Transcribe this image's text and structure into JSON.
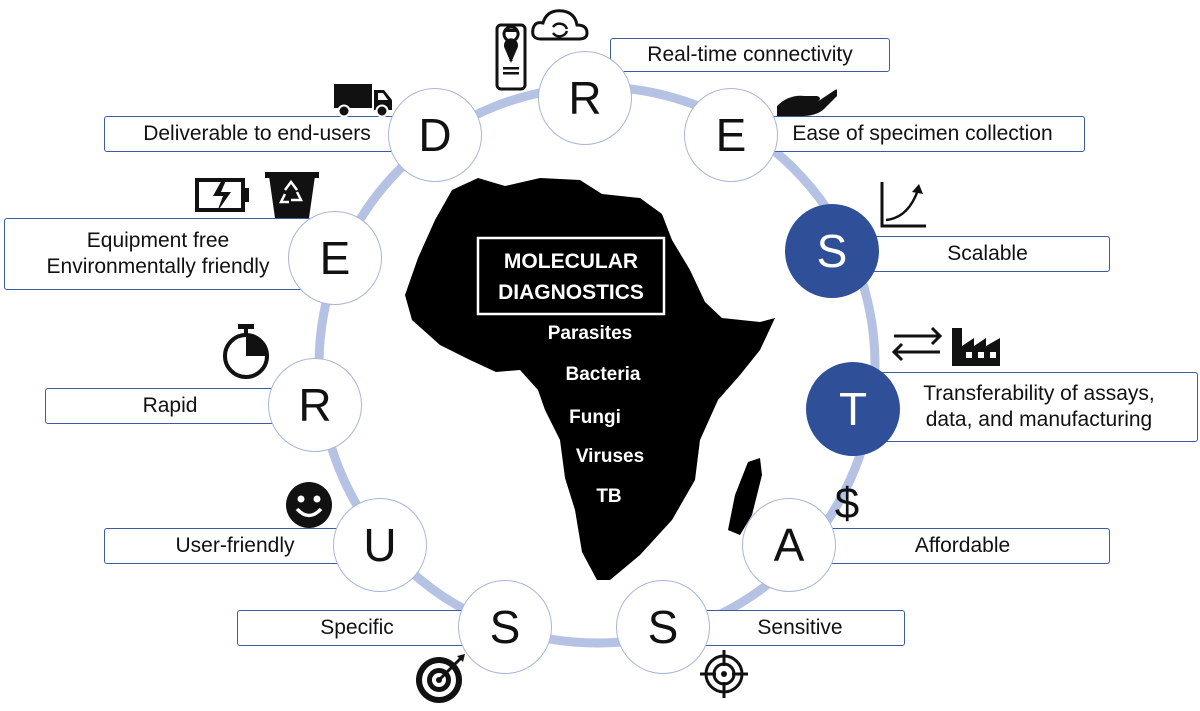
{
  "center": {
    "title_lines": [
      "MOLECULAR",
      "DIAGNOSTICS"
    ],
    "pathogens": [
      "Parasites",
      "Bacteria",
      "Fungi",
      "Viruses",
      "TB"
    ]
  },
  "nodes": [
    {
      "letter": "R",
      "label_lines": [
        "Real-time connectivity"
      ],
      "icon": "phone-location-cloud-sync-icon",
      "highlight": false
    },
    {
      "letter": "E",
      "label_lines": [
        "Ease of specimen collection"
      ],
      "icon": "hand-icon",
      "highlight": false
    },
    {
      "letter": "S",
      "label_lines": [
        "Scalable"
      ],
      "icon": "growth-curve-icon",
      "highlight": true
    },
    {
      "letter": "T",
      "label_lines": [
        "Transferability of assays,",
        "data, and manufacturing"
      ],
      "icon": "transfer-factory-icon",
      "highlight": true
    },
    {
      "letter": "A",
      "label_lines": [
        "Affordable"
      ],
      "icon": "dollar-icon",
      "highlight": false
    },
    {
      "letter": "S",
      "label_lines": [
        "Sensitive"
      ],
      "icon": "crosshair-icon",
      "highlight": false
    },
    {
      "letter": "S",
      "label_lines": [
        "Specific"
      ],
      "icon": "target-dart-icon",
      "highlight": false
    },
    {
      "letter": "U",
      "label_lines": [
        "User-friendly"
      ],
      "icon": "smiley-icon",
      "highlight": false
    },
    {
      "letter": "R",
      "label_lines": [
        "Rapid"
      ],
      "icon": "stopwatch-icon",
      "highlight": false
    },
    {
      "letter": "E",
      "label_lines": [
        "Equipment free",
        "Environmentally friendly"
      ],
      "icon": "battery-recycle-icon",
      "highlight": false
    },
    {
      "letter": "D",
      "label_lines": [
        "Deliverable to end-users"
      ],
      "icon": "truck-icon",
      "highlight": false
    }
  ],
  "colors": {
    "highlight": "#2f4f99",
    "ring": "#b5c2e3",
    "box_border": "#3b5aa8"
  }
}
